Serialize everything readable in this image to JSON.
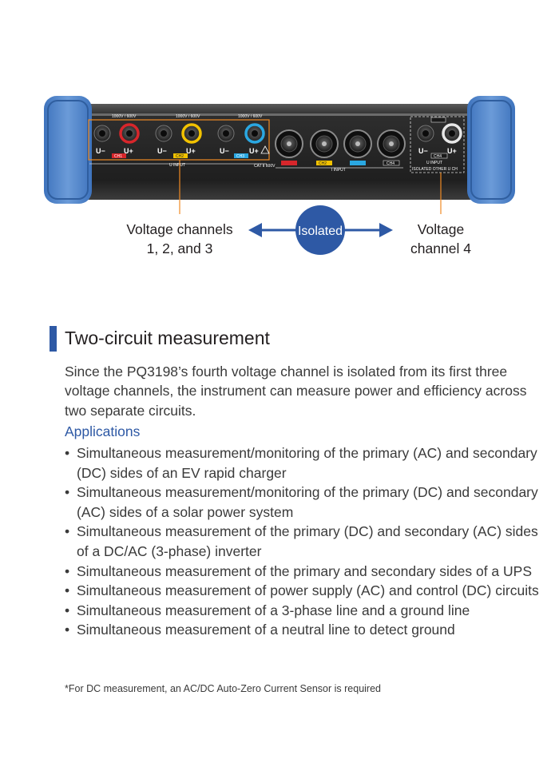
{
  "figure": {
    "left_label_line1": "Voltage channels",
    "left_label_line2": "1, 2, and 3",
    "center_badge": "Isolated",
    "right_label_line1": "Voltage",
    "right_label_line2": "channel 4",
    "terminal_minus": "U−",
    "terminal_plus": "U+",
    "cat_rating": "CAT Ⅱ 600V",
    "u_input_label": "U INPUT",
    "i_input_label": "I INPUT",
    "isolated_label": "ISOLATED OTHER U CH",
    "rating_label": "1000V / 600V",
    "ch1": "CH1",
    "ch2": "CH2",
    "ch3": "CH3",
    "ch4": "CH4",
    "colors": {
      "red": "#d7262b",
      "yellow": "#f2c200",
      "blue": "#2aa7e1",
      "white": "#e8e8e8",
      "orange_outline": "#f08a24",
      "arrow_blue": "#2e59a5",
      "bumper_blue": "#4b82c8"
    }
  },
  "section": {
    "heading": "Two-circuit measurement",
    "intro": "Since the PQ3198’s fourth voltage channel is isolated from its first three voltage channels, the instrument can measure power and efficiency across two separate circuits.",
    "applications_title": "Applications",
    "bullet_symbol": "•",
    "applications": [
      "Simultaneous measurement/monitoring of the primary (AC) and secondary (DC) sides of an EV rapid charger",
      "Simultaneous measurement/monitoring of the primary (DC) and secondary (AC) sides of a solar power system",
      "Simultaneous measurement of the primary (DC) and secondary (AC) sides of a DC/AC (3-phase) inverter",
      "Simultaneous measurement of the primary and secondary sides of a UPS",
      "Simultaneous measurement of power supply (AC) and control (DC) circuits",
      "Simultaneous measurement of a 3-phase line and a ground line",
      "Simultaneous measurement of a neutral line to detect ground"
    ],
    "footnote": "*For DC measurement, an AC/DC Auto-Zero Current Sensor is required"
  }
}
